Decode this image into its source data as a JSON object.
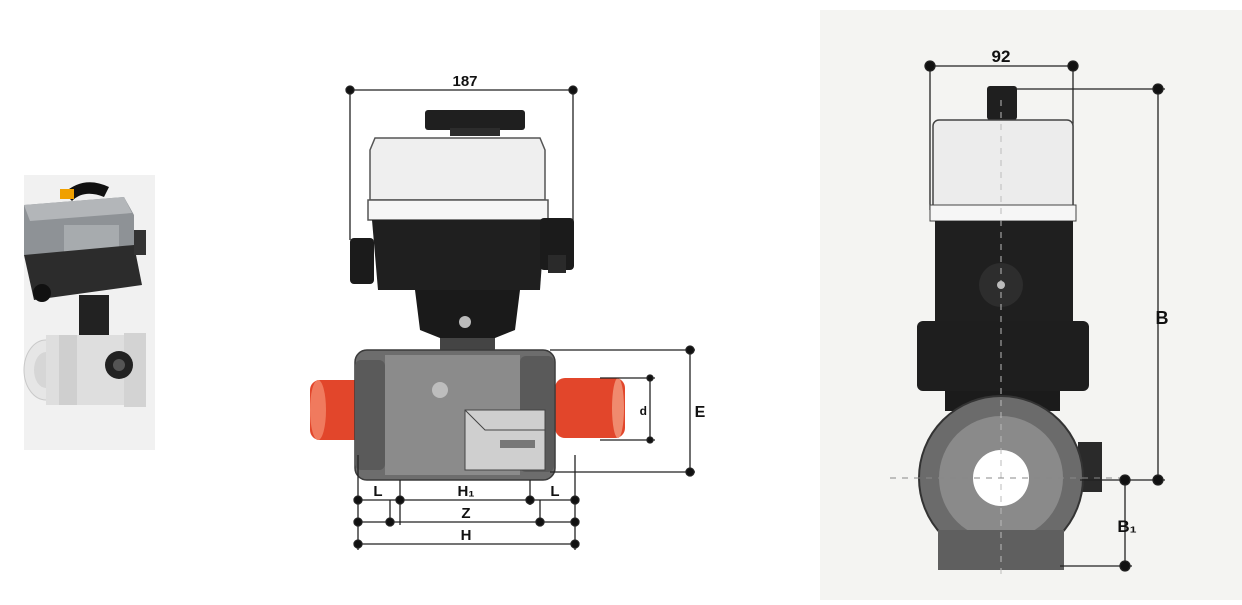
{
  "figure": {
    "front_view": {
      "width_label": "187",
      "height_label": "E",
      "bore_label": "d",
      "labels": {
        "L_left": "L",
        "H1": "H₁",
        "L_right": "L",
        "Z": "Z",
        "H": "H"
      }
    },
    "side_view": {
      "width_label": "92",
      "height_label": "B",
      "lower_label": "B₁"
    }
  },
  "colors": {
    "actuator_black": "#1f1f1f",
    "cover_white": "#efefef",
    "valve_grey": "#6d6d6d",
    "pipe_red": "#e2462b",
    "dimension_line": "#222222"
  }
}
